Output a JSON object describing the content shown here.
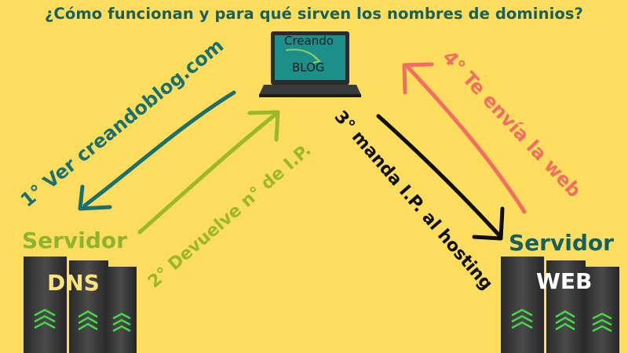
{
  "title": "¿Cómo funcionan y para qué sirven los nombres de dominios?",
  "laptop": {
    "line1": "Creando",
    "line2": "BLOG"
  },
  "steps": {
    "step1": "1° Ver creandoblog.com",
    "step2": "2° Devuelve n° de I.P.",
    "step3": "3° manda I.P. al hosting",
    "step4": "4° Te envía la web"
  },
  "servers": {
    "dns": {
      "title": "Servidor",
      "label": "DNS"
    },
    "web": {
      "title": "Servidor",
      "label": "WEB"
    }
  },
  "colors": {
    "background": "#fcdd5d",
    "teal": "#19706e",
    "green": "#9ab82a",
    "black": "#0e0e0e",
    "coral": "#f26d62",
    "server_led": "#46d646"
  }
}
